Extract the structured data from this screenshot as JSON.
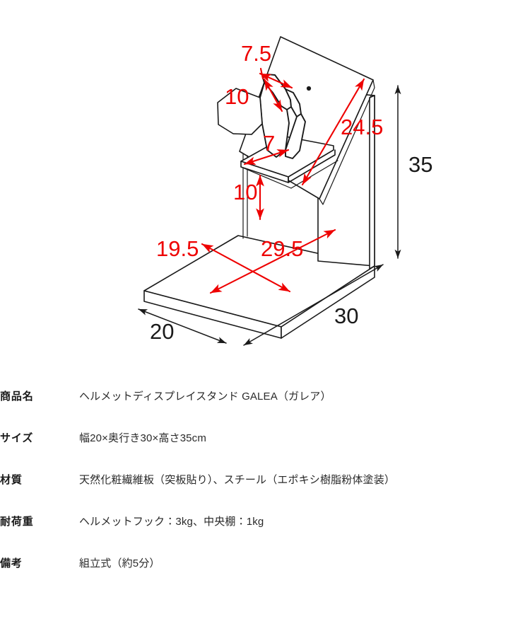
{
  "diagram": {
    "title": "helmet display stand isometric dimension drawing",
    "units": "cm",
    "accent_color": "#ee0000",
    "line_color": "#1a1a1a",
    "dimensions": {
      "hook_width": "7.5",
      "hook_depth": "10",
      "back_panel_length": "24.5",
      "overall_height": "35",
      "shelf_depth": "7",
      "shelf_clearance": "10",
      "base_inner_width": "19.5",
      "base_inner_depth": "29.5",
      "overall_width": "20",
      "overall_depth": "30"
    }
  },
  "spec": {
    "rows": [
      {
        "label": "商品名",
        "value": "ヘルメットディスプレイスタンド GALEA（ガレア）"
      },
      {
        "label": "サイズ",
        "value": "幅20×奥行き30×高さ35cm"
      },
      {
        "label": "材質",
        "value": "天然化粧繊維板（突板貼り）、スチール（エポキシ樹脂粉体塗装）"
      },
      {
        "label": "耐荷重",
        "value": "ヘルメットフック：3kg、中央棚：1kg"
      },
      {
        "label": "備考",
        "value": "組立式（約5分）"
      }
    ]
  }
}
